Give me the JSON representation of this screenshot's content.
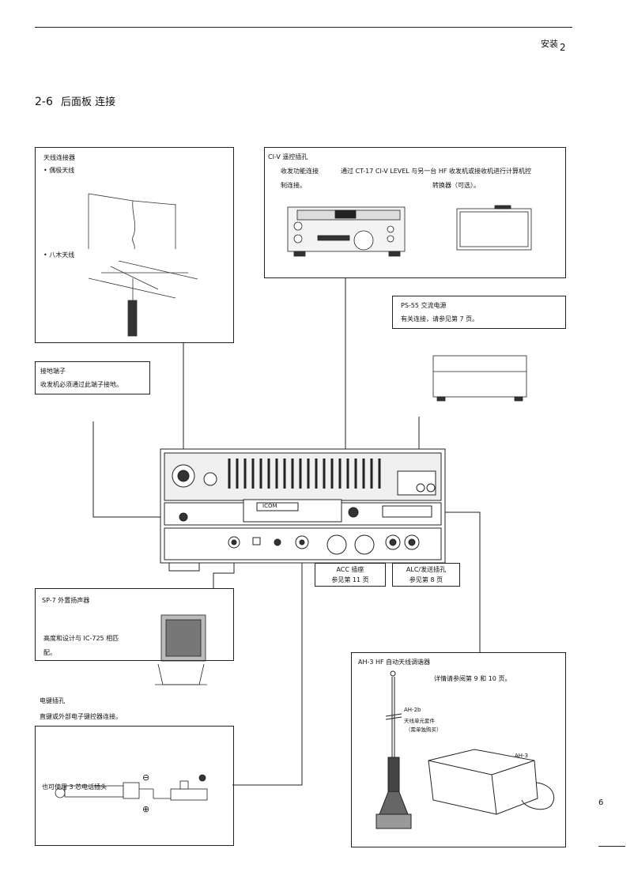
{
  "header": {
    "chapter": "安装",
    "chapter_num": "2"
  },
  "section": {
    "num": "2-6",
    "title": "后面板 连接"
  },
  "antenna": {
    "title": "天线连接器",
    "dipole": "• 偶极天线",
    "yagi": "• 八木天线"
  },
  "civ": {
    "title": "CI-V 遥控插孔",
    "line1_a": "收发功能连接",
    "line1_b": "通过 CT-17 CI-V LEVEL 与另一台 HF 收发机或接收机进行计算机控",
    "line2_a": "制连接。",
    "line2_b": "转换器（可选）。"
  },
  "ps55": {
    "title": "PS-55 交流电源",
    "desc": "有关连接，请参见第 7 页。"
  },
  "ground": {
    "title": "接地端子",
    "desc": "收发机必须通过此端子接地。"
  },
  "acc": {
    "title": "ACC 插座",
    "ref": "参见第 11 页"
  },
  "alc": {
    "title": "ALC/发送插孔",
    "ref": "参见第 8 页"
  },
  "sp7": {
    "title": "SP-7 外置扬声器",
    "desc1": "高度和设计与 IC-725 相匹",
    "desc2": "配。"
  },
  "key": {
    "title": "电键插孔",
    "desc": "直键或外部电子键控器连接。",
    "plug_note": "也可使用 3 芯电话插头",
    "minus": "⊖",
    "plus": "⊕"
  },
  "ah3": {
    "title": "AH-3 HF 自动天线调谐器",
    "ref": "详情请参阅第 9 和 10 页。",
    "kit": "AH-2b",
    "kit_desc1": "天线单元套件",
    "kit_desc2": "（需单独购买）",
    "unit": "AH-3"
  },
  "panel": {
    "brand": "ICOM"
  },
  "page_number": "6"
}
